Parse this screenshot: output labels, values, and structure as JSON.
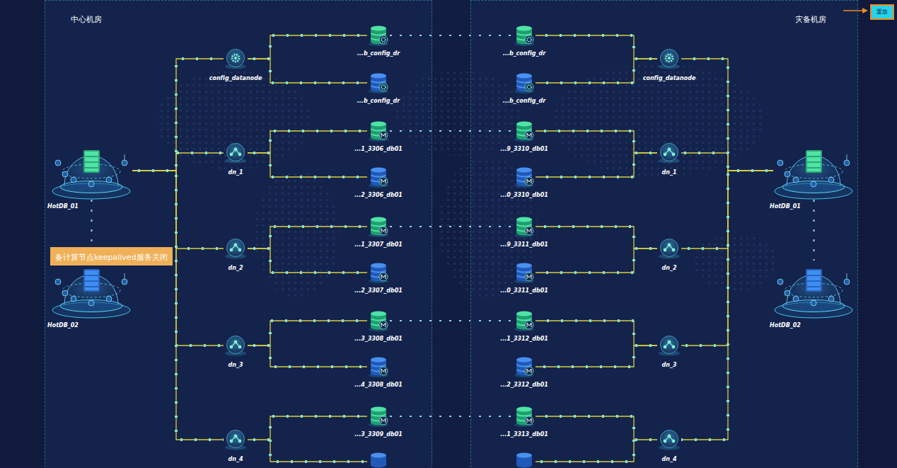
{
  "diagram": {
    "nodes": [
      {
        "text": [
          "中心机房"
        ]
      },
      {
        "text": [
          "HotDB_01"
        ],
        "in": 0
      },
      {
        "text": [
          "HotDB_02"
        ],
        "in": 0
      },
      {
        "text": [
          "备计算节点keepalived服务关闭"
        ],
        "in": 0
      },
      {
        "text": [
          "config_datanode"
        ],
        "in": 0
      },
      {
        "text": [
          "...b_config_dr"
        ],
        "in": 0
      },
      {
        "text": [
          "...b_config_dr"
        ],
        "in": 0
      },
      {
        "text": [
          "dn_1"
        ],
        "in": 0
      },
      {
        "text": [
          "...1_3306_db01"
        ],
        "in": 0
      },
      {
        "text": [
          "...2_3306_db01"
        ],
        "in": 0
      },
      {
        "text": [
          "dn_2"
        ],
        "in": 0
      },
      {
        "text": [
          "...1_3307_db01"
        ],
        "in": 0
      },
      {
        "text": [
          "...2_3307_db01"
        ],
        "in": 0
      },
      {
        "text": [
          "dn_3"
        ],
        "in": 0
      },
      {
        "text": [
          "...3_3308_db01"
        ],
        "in": 0
      },
      {
        "text": [
          "...4_3308_db01"
        ],
        "in": 0
      },
      {
        "text": [
          "dn_4"
        ],
        "in": 0
      },
      {
        "text": [
          "...3_3309_db01"
        ],
        "in": 0
      },
      {
        "text": [
          "灾备机房"
        ]
      },
      {
        "text": [
          "config_datanode"
        ],
        "in": 18
      },
      {
        "text": [
          "...b_config_dr"
        ],
        "in": 18
      },
      {
        "text": [
          "...b_config_dr"
        ],
        "in": 18
      },
      {
        "text": [
          "dn_1"
        ],
        "in": 18
      },
      {
        "text": [
          "...9_3310_db01"
        ],
        "in": 18
      },
      {
        "text": [
          "...0_3310_db01"
        ],
        "in": 18
      },
      {
        "text": [
          "dn_2"
        ],
        "in": 18
      },
      {
        "text": [
          "...9_3311_db01"
        ],
        "in": 18
      },
      {
        "text": [
          "...0_3311_db01"
        ],
        "in": 18
      },
      {
        "text": [
          "dn_3"
        ],
        "in": 18
      },
      {
        "text": [
          "...1_3312_db01"
        ],
        "in": 18
      },
      {
        "text": [
          "...2_3312_db01"
        ],
        "in": 18
      },
      {
        "text": [
          "dn_4"
        ],
        "in": 18
      },
      {
        "text": [
          "...1_3313_db01"
        ],
        "in": 18
      },
      {
        "text": [
          "HotDB_01"
        ],
        "in": 18
      },
      {
        "text": [
          "HotDB_02"
        ],
        "in": 18
      },
      {
        "text": [
          "重放"
        ]
      }
    ],
    "edges": [
      {
        "from": 1,
        "to": 4,
        "arrow": "none"
      },
      {
        "from": 1,
        "to": 7,
        "arrow": "none"
      },
      {
        "from": 1,
        "to": 10,
        "arrow": "none"
      },
      {
        "from": 1,
        "to": 13,
        "arrow": "none"
      },
      {
        "from": 1,
        "to": 16,
        "arrow": "none"
      },
      {
        "from": 1,
        "to": 2,
        "arrow": "none"
      },
      {
        "from": 4,
        "to": 5,
        "arrow": "none"
      },
      {
        "from": 4,
        "to": 6,
        "arrow": "none"
      },
      {
        "from": 7,
        "to": 8,
        "arrow": "none"
      },
      {
        "from": 7,
        "to": 9,
        "arrow": "none"
      },
      {
        "from": 10,
        "to": 11,
        "arrow": "none"
      },
      {
        "from": 10,
        "to": 12,
        "arrow": "none"
      },
      {
        "from": 13,
        "to": 14,
        "arrow": "none"
      },
      {
        "from": 13,
        "to": 15,
        "arrow": "none"
      },
      {
        "from": 16,
        "to": 17,
        "arrow": "none"
      },
      {
        "from": 5,
        "to": 20,
        "arrow": "none"
      },
      {
        "from": 8,
        "to": 23,
        "arrow": "none"
      },
      {
        "from": 11,
        "to": 26,
        "arrow": "none"
      },
      {
        "from": 14,
        "to": 29,
        "arrow": "none"
      },
      {
        "from": 17,
        "to": 32,
        "arrow": "none"
      },
      {
        "from": 33,
        "to": 19,
        "arrow": "none"
      },
      {
        "from": 33,
        "to": 22,
        "arrow": "none"
      },
      {
        "from": 33,
        "to": 25,
        "arrow": "none"
      },
      {
        "from": 33,
        "to": 28,
        "arrow": "none"
      },
      {
        "from": 33,
        "to": 31,
        "arrow": "none"
      },
      {
        "from": 33,
        "to": 34,
        "arrow": "none"
      },
      {
        "from": 19,
        "to": 20,
        "arrow": "none"
      },
      {
        "from": 19,
        "to": 21,
        "arrow": "none"
      },
      {
        "from": 22,
        "to": 23,
        "arrow": "none"
      },
      {
        "from": 22,
        "to": 24,
        "arrow": "none"
      },
      {
        "from": 25,
        "to": 26,
        "arrow": "none"
      },
      {
        "from": 25,
        "to": 27,
        "arrow": "none"
      },
      {
        "from": 28,
        "to": 29,
        "arrow": "none"
      },
      {
        "from": 28,
        "to": 30,
        "arrow": "none"
      },
      {
        "from": 31,
        "to": 32,
        "arrow": "none"
      }
    ]
  }
}
